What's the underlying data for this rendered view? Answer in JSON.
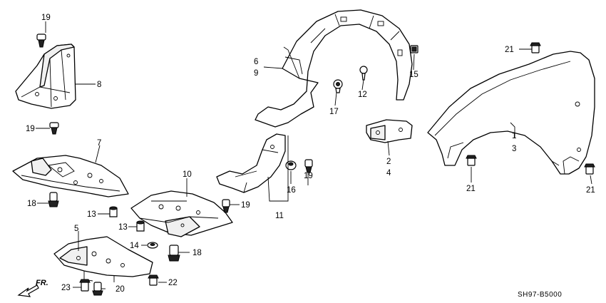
{
  "diagram": {
    "code": "SH97-B5000",
    "direction_label": "FR."
  },
  "callouts": [
    {
      "id": "c19a",
      "text": "19"
    },
    {
      "id": "c8",
      "text": "8"
    },
    {
      "id": "c19b",
      "text": "19"
    },
    {
      "id": "c7",
      "text": "7"
    },
    {
      "id": "c18a",
      "text": "18"
    },
    {
      "id": "c5",
      "text": "5"
    },
    {
      "id": "c23",
      "text": "23"
    },
    {
      "id": "c20",
      "text": "20"
    },
    {
      "id": "c22",
      "text": "22"
    },
    {
      "id": "c14",
      "text": "14"
    },
    {
      "id": "c18b",
      "text": "18"
    },
    {
      "id": "c13a",
      "text": "13"
    },
    {
      "id": "c13b",
      "text": "13"
    },
    {
      "id": "c10",
      "text": "10"
    },
    {
      "id": "c19c",
      "text": "19"
    },
    {
      "id": "c6",
      "text": "6"
    },
    {
      "id": "c9",
      "text": "9"
    },
    {
      "id": "c17",
      "text": "17"
    },
    {
      "id": "c12",
      "text": "12"
    },
    {
      "id": "c15",
      "text": "15"
    },
    {
      "id": "c19d",
      "text": "19"
    },
    {
      "id": "c16",
      "text": "16"
    },
    {
      "id": "c11",
      "text": "11"
    },
    {
      "id": "c2",
      "text": "2"
    },
    {
      "id": "c4",
      "text": "4"
    },
    {
      "id": "c21a",
      "text": "21"
    },
    {
      "id": "c1",
      "text": "1"
    },
    {
      "id": "c3",
      "text": "3"
    },
    {
      "id": "c21b",
      "text": "21"
    },
    {
      "id": "c21c",
      "text": "21"
    }
  ]
}
